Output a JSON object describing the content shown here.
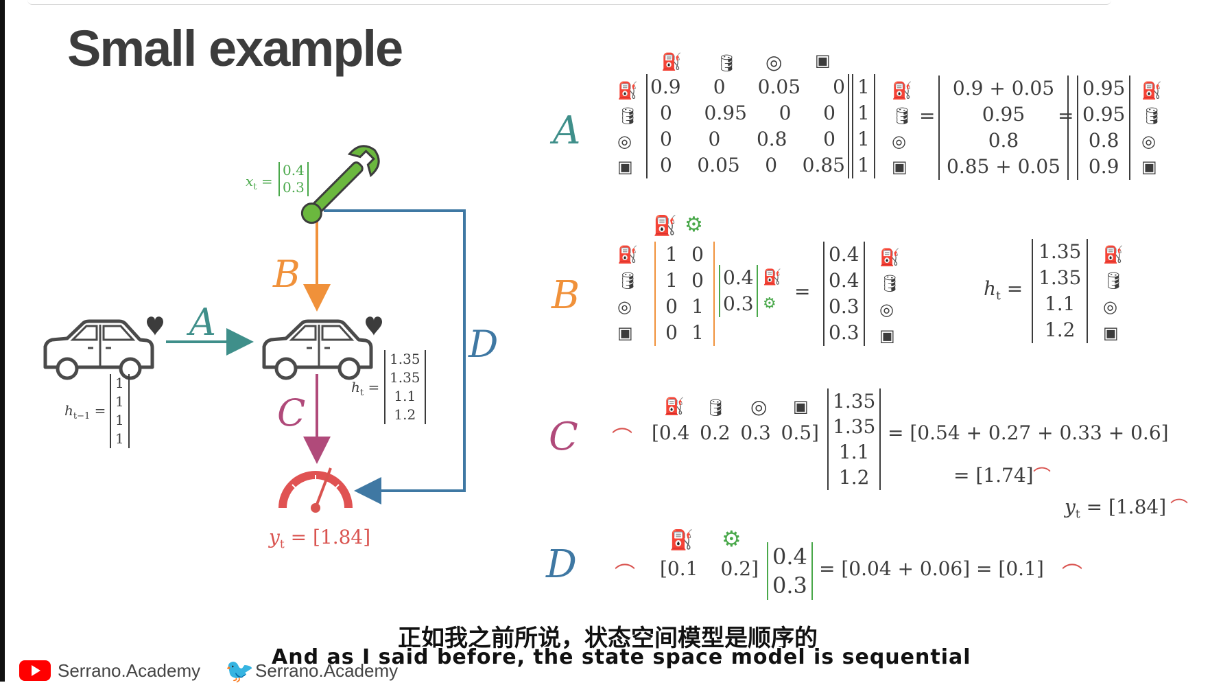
{
  "slide": {
    "title": "Small example"
  },
  "diagram": {
    "label_A": "A",
    "label_B": "B",
    "label_C": "C",
    "label_D": "D",
    "xt_label": "x",
    "xt_sub": "t",
    "xt_values": [
      "0.4",
      "0.3"
    ],
    "h_prev_label": "h",
    "h_prev_sub": "t−1",
    "h_prev_values": [
      "1",
      "1",
      "1",
      "1"
    ],
    "h_t_label": "h",
    "h_t_sub": "t",
    "h_t_values": [
      "1.35",
      "1.35",
      "1.1",
      "1.2"
    ],
    "yt_label": "y",
    "yt_sub": "t",
    "yt_value": "[1.84]",
    "eq": "="
  },
  "eqA": {
    "label": "A",
    "matrix": [
      [
        "0.9",
        "0",
        "0.05",
        "0"
      ],
      [
        "0",
        "0.95",
        "0",
        "0"
      ],
      [
        "0",
        "0",
        "0.8",
        "0"
      ],
      [
        "0",
        "0.05",
        "0",
        "0.85"
      ]
    ],
    "vec": [
      "1",
      "1",
      "1",
      "1"
    ],
    "mid": [
      "0.9 + 0.05",
      "0.95",
      "0.8",
      "0.85 + 0.05"
    ],
    "result": [
      "0.95",
      "0.95",
      "0.8",
      "0.9"
    ]
  },
  "eqB": {
    "label": "B",
    "matrix": [
      [
        "1",
        "0"
      ],
      [
        "1",
        "0"
      ],
      [
        "0",
        "1"
      ],
      [
        "0",
        "1"
      ]
    ],
    "vec": [
      "0.4",
      "0.3"
    ],
    "result": [
      "0.4",
      "0.4",
      "0.3",
      "0.3"
    ],
    "ht_label": "h",
    "ht_sub": "t",
    "ht_values": [
      "1.35",
      "1.35",
      "1.1",
      "1.2"
    ]
  },
  "eqC": {
    "label": "C",
    "row_open": "[0.4",
    "row": [
      "0.2",
      "0.3"
    ],
    "row_close": "0.5]",
    "vec": [
      "1.35",
      "1.35",
      "1.1",
      "1.2"
    ],
    "sum": "= [0.54 + 0.27 + 0.33 + 0.6]",
    "result": "= [1.74]",
    "yt_label": "y",
    "yt_sub": "t",
    "yt_value": "= [1.84]"
  },
  "eqD": {
    "label": "D",
    "row_open": "[0.1",
    "row_close": "0.2]",
    "vec": [
      "0.4",
      "0.3"
    ],
    "sum": "= [0.04 + 0.06] = [0.1]"
  },
  "subtitles": {
    "chinese": "正如我之前所说，状态空间模型是顺序的",
    "english": "And as I said before, the state space model is sequential"
  },
  "footer": {
    "youtube": "Serrano.Academy",
    "twitter": "Serrano.Academy"
  },
  "colors": {
    "A": "#3f8f8a",
    "B": "#f0913a",
    "C": "#b04a7a",
    "D": "#3f78a3",
    "output": "#d9534f",
    "input": "#49a84a",
    "text": "#3c3c3c"
  }
}
